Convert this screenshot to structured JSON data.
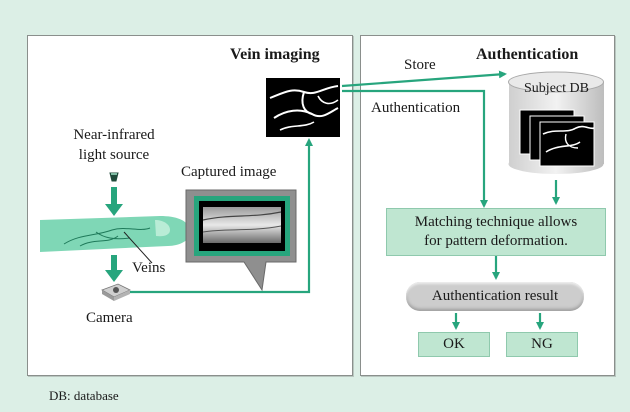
{
  "left_panel": {
    "title": "Vein imaging",
    "light_source_line1": "Near-infrared",
    "light_source_line2": "light source",
    "veins_label": "Veins",
    "captured_image_label": "Captured image",
    "camera_label": "Camera"
  },
  "right_panel": {
    "title": "Authentication",
    "subject_db_label": "Subject DB",
    "matching_line1": "Matching technique allows",
    "matching_line2": "for pattern deformation.",
    "result_label": "Authentication result",
    "ok_label": "OK",
    "ng_label": "NG"
  },
  "connectors": {
    "store_label": "Store",
    "authentication_label": "Authentication"
  },
  "footnote": "DB: database",
  "colors": {
    "background": "#dcefe6",
    "arrow": "#27a57d",
    "box_fill": "#bfe6d1",
    "pill_fill": "#cdcdcd",
    "finger": "#7fd7b6"
  }
}
